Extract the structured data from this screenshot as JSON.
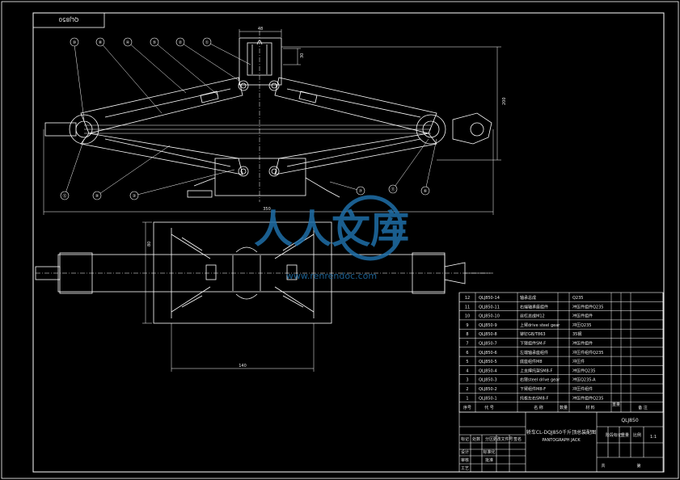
{
  "drawing": {
    "code_box": "QLJ850",
    "title_cn": "轿车CL-DQJ850千斤顶总装配图",
    "title_en": "PANTOGRAPH JACK",
    "drawing_no": "QLJ850",
    "scale": "1:1",
    "sheet_label": "共",
    "sheet_of": "第"
  },
  "dimensions": {
    "top_width": "48",
    "top_height": "30",
    "overall_length": "350",
    "overall_height": "200",
    "base_width": "140",
    "base_depth": "80"
  },
  "balloons": [
    "⑩",
    "⑧",
    "④",
    "⑤",
    "②",
    "①",
    "⑫",
    "⑨",
    "③",
    "⑦",
    "⑪",
    "⑥"
  ],
  "watermark": {
    "text": "人人文库",
    "url": "www.renrendoc.com"
  },
  "parts_header": {
    "seq": "序号",
    "code": "代 号",
    "name": "名 称",
    "qty": "数量",
    "material": "材 料",
    "unit_wt": "单件",
    "total_wt": "总计",
    "weight": "重量",
    "remark": "备 注"
  },
  "parts": [
    {
      "seq": "12",
      "code": "QLJ850-14",
      "name": "轴承总成",
      "material": "Q235"
    },
    {
      "seq": "11",
      "code": "QLJ850-11",
      "name": "右端轴承座组件",
      "material": "冲压件组件Q235"
    },
    {
      "seq": "10",
      "code": "QLJ850-10",
      "name": "丝杠总成M12",
      "material": "冲压件组件"
    },
    {
      "seq": "9",
      "code": "QLJ850-9",
      "name": "上臂drive steel gear",
      "material": "冲压Q235"
    },
    {
      "seq": "8",
      "code": "QLJ850-8",
      "name": "铆钉GB/T863",
      "material": "35钢"
    },
    {
      "seq": "7",
      "code": "QLJ850-7",
      "name": "下臂组件SM-F",
      "material": "冲压件组件"
    },
    {
      "seq": "6",
      "code": "QLJ850-6",
      "name": "左端轴承座组件",
      "material": "冲压件组件Q235"
    },
    {
      "seq": "5",
      "code": "QLJ850-5",
      "name": "底座组件M8",
      "material": "冲压件"
    },
    {
      "seq": "4",
      "code": "QLJ850-4",
      "name": "上支撑托架SM8-F",
      "material": "冲压件Q235"
    },
    {
      "seq": "3",
      "code": "QLJ850-3",
      "name": "右臂steel drive gear",
      "material": "冲压Q235-A"
    },
    {
      "seq": "2",
      "code": "QLJ850-2",
      "name": "下臂组件M8-F",
      "material": "冲压件组件"
    },
    {
      "seq": "1",
      "code": "QLJ850-1",
      "name": "托板左右SM8-F",
      "material": "冲压件组件Q235"
    }
  ],
  "title_block": {
    "row_labels": [
      "标记",
      "处数",
      "分区",
      "更改文件号",
      "签名",
      "年月日"
    ],
    "role_labels": [
      "设计",
      "审核",
      "工艺",
      "标准化",
      "批准"
    ],
    "stage_labels": [
      "阶段标记",
      "重量",
      "比例"
    ]
  },
  "colors": {
    "line": "#ffffff",
    "watermark": "#1f6fa8",
    "background": "#000000"
  }
}
